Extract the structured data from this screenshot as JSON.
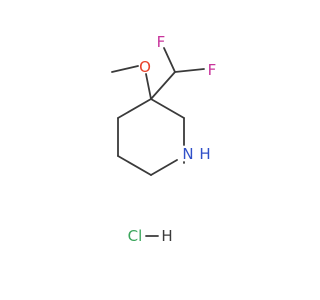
{
  "molecule": {
    "atoms": {
      "F1": {
        "symbol": "F",
        "color": "#c8339b"
      },
      "F2": {
        "symbol": "F",
        "color": "#c8339b"
      },
      "O": {
        "symbol": "O",
        "color": "#e8412a"
      },
      "N": {
        "symbol": "N",
        "color": "#3050c8"
      },
      "NH": {
        "symbol": "H",
        "color": "#3050c8"
      },
      "Cl": {
        "symbol": "Cl",
        "color": "#3aa65c"
      },
      "HCl_H": {
        "symbol": "H",
        "color": "#3a3a3a"
      }
    },
    "bond_color": "#3a3a3a"
  }
}
